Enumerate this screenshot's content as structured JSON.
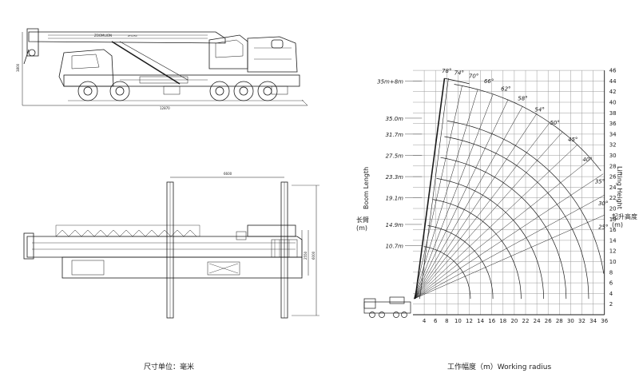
{
  "captions": {
    "left_unit": "尺寸单位：毫米",
    "right_axis": "工作幅度（m）Working radius"
  },
  "side_view": {
    "brand_text": "ZOOMLION",
    "model_text": "ZTC250",
    "dim_length": "12870",
    "dim_height": "3800"
  },
  "top_view": {
    "dim_span": "6600",
    "dim_width_1": "2550",
    "dim_width_2": "6000"
  },
  "range_chart": {
    "boom_label_en": "Boom Length",
    "boom_label_cn": "长臂\n(m)",
    "lift_label_en": "Lifting Height",
    "lift_label_cn": "起升高度\n(m)",
    "x_ticks": [
      "4",
      "6",
      "8",
      "10",
      "12",
      "14",
      "16",
      "18",
      "20",
      "22",
      "24",
      "26",
      "28",
      "30",
      "32",
      "34",
      "36"
    ],
    "y_ticks": [
      "2",
      "4",
      "6",
      "8",
      "10",
      "12",
      "14",
      "16",
      "18",
      "20",
      "22",
      "24",
      "26",
      "28",
      "30",
      "32",
      "34",
      "36",
      "38",
      "40",
      "42",
      "44",
      "46"
    ],
    "boom_lengths": [
      {
        "label": "35m+8m",
        "height": 44
      },
      {
        "label": "35.0m",
        "height": 37
      },
      {
        "label": "31.7m",
        "height": 34
      },
      {
        "label": "27.5m",
        "height": 30
      },
      {
        "label": "23.3m",
        "height": 26
      },
      {
        "label": "19.1m",
        "height": 22
      },
      {
        "label": "14.9m",
        "height": 17
      },
      {
        "label": "10.7m",
        "height": 13
      }
    ],
    "angles": [
      {
        "label": "78°",
        "x": 8,
        "y": 45.6
      },
      {
        "label": "74°",
        "x": 10.2,
        "y": 45.2
      },
      {
        "label": "70°",
        "x": 12.8,
        "y": 44.6
      },
      {
        "label": "66°",
        "x": 15.5,
        "y": 43.6
      },
      {
        "label": "62°",
        "x": 18.5,
        "y": 42.2
      },
      {
        "label": "58°",
        "x": 21.5,
        "y": 40.4
      },
      {
        "label": "54°",
        "x": 24.5,
        "y": 38.3
      },
      {
        "label": "50°",
        "x": 27.2,
        "y": 35.8
      },
      {
        "label": "45°",
        "x": 30.4,
        "y": 32.6
      },
      {
        "label": "40°",
        "x": 33,
        "y": 28.9
      },
      {
        "label": "35°",
        "x": 35.2,
        "y": 24.7
      },
      {
        "label": "30°",
        "x": 35.8,
        "y": 20.6
      },
      {
        "label": "25°",
        "x": 35.8,
        "y": 16.2
      }
    ]
  },
  "colors": {
    "ink": "#1a1a1a",
    "grid": "#9a9a9a",
    "paper": "#ffffff"
  }
}
